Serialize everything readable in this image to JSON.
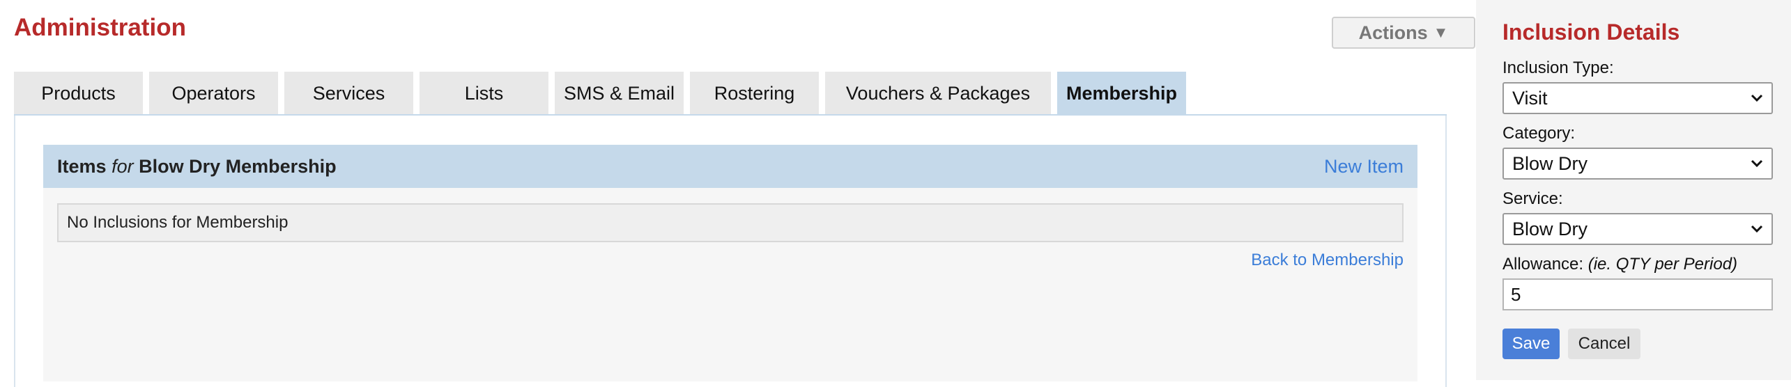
{
  "page": {
    "title": "Administration",
    "actions_label": "Actions",
    "actions_caret": "▼"
  },
  "tabs": [
    {
      "label": "Products",
      "active": false
    },
    {
      "label": "Operators",
      "active": false
    },
    {
      "label": "Services",
      "active": false
    },
    {
      "label": "Lists",
      "active": false
    },
    {
      "label": "SMS & Email",
      "active": false
    },
    {
      "label": "Rostering",
      "active": false
    },
    {
      "label": "Vouchers & Packages",
      "active": false
    },
    {
      "label": "Membership",
      "active": true
    }
  ],
  "items_panel": {
    "title_prefix": "Items",
    "title_for": "for",
    "title_name": "Blow Dry Membership",
    "new_item_label": "New Item",
    "empty_message": "No Inclusions for Membership",
    "back_link": "Back to Membership"
  },
  "sidebar": {
    "title": "Inclusion Details",
    "inclusion_type_label": "Inclusion Type:",
    "inclusion_type_value": "Visit",
    "category_label": "Category:",
    "category_value": "Blow Dry",
    "service_label": "Service:",
    "service_value": "Blow Dry",
    "allowance_label": "Allowance:",
    "allowance_hint": "(ie. QTY per Period)",
    "allowance_value": "5",
    "save_label": "Save",
    "cancel_label": "Cancel"
  },
  "icons": {
    "select_chevron": "chevron-down-icon"
  },
  "colors": {
    "title_red": "#b72a2a",
    "tab_active": "#c5d9ea",
    "link_blue": "#3b7dd8",
    "save_blue": "#4a7fd8"
  }
}
